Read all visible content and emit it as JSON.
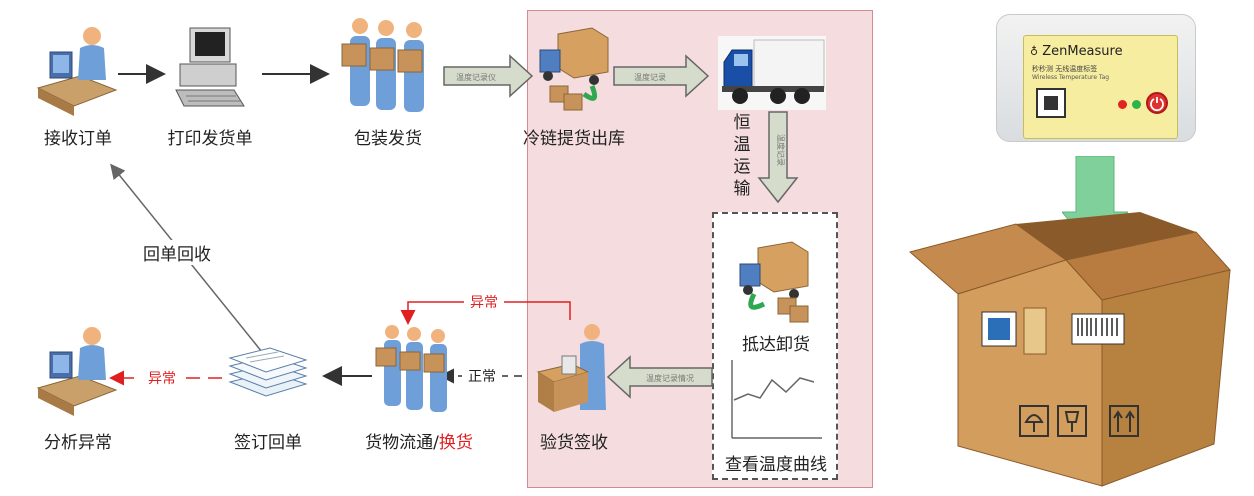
{
  "steps": {
    "receive_order": "接收订单",
    "print_invoice": "打印发货单",
    "pack_ship": "包装发货",
    "cold_chain_pickup": "冷链提货出库",
    "constant_temp_transport": [
      "恒",
      "温",
      "运",
      "输"
    ],
    "arrive_unload": "抵达卸货",
    "view_temp_curve": "查看温度曲线",
    "inspect_sign": "验货签收",
    "goods_flow": "货物流通/",
    "goods_flow_exchange": "换货",
    "sign_return_receipt": "签订回单",
    "analyze_exception": "分析异常"
  },
  "edges": {
    "return_receipt": "回单回收",
    "exception_top": "异常",
    "normal": "正常",
    "exception_left": "异常"
  },
  "device": {
    "brand": "ZenMeasure",
    "title_cn": "秒秒测 无线温度标签",
    "title_en": "Wireless Temperature Tag"
  },
  "colors": {
    "zone_fill": "#f4dcdf",
    "zone_border": "#d58a92",
    "arrow_red": "#e02020",
    "arrow_grey": "#555555",
    "big_arrow_fill": "#d6dccb",
    "box_brown": "#c8935a",
    "green_arrow": "#7fd09a"
  }
}
